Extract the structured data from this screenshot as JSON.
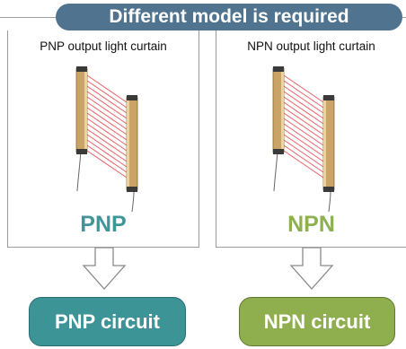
{
  "header": {
    "title": "Different model is required",
    "color": "#50748f"
  },
  "panels": [
    {
      "title": "PNP output light curtain",
      "type_label": "PNP",
      "type_color": "#3e9698",
      "icon": "light-curtain-icon"
    },
    {
      "title": "NPN output light curtain",
      "type_label": "NPN",
      "type_color": "#8db050",
      "icon": "light-curtain-icon"
    }
  ],
  "circuits": [
    {
      "label": "PNP circuit",
      "color": "#3c9496"
    },
    {
      "label": "NPN circuit",
      "color": "#8fae4d"
    }
  ],
  "beam_color": "#e4434a",
  "frame_color": "#c9a466"
}
